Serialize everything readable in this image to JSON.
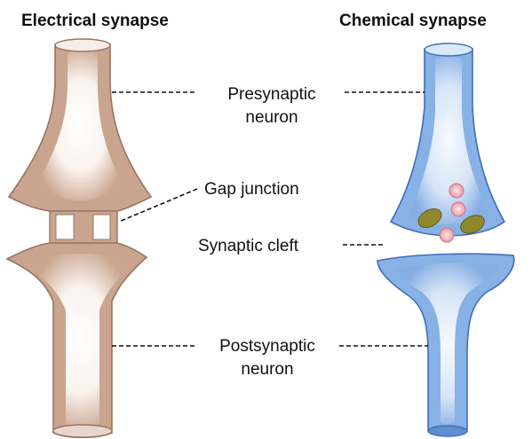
{
  "titles": {
    "electrical": "Electrical synapse",
    "chemical": "Chemical synapse"
  },
  "labels": {
    "presynaptic_line1": "Presynaptic",
    "presynaptic_line2": "neuron",
    "gap_junction": "Gap junction",
    "synaptic_cleft": "Synaptic cleft",
    "postsynaptic_line1": "Postsynaptic",
    "postsynaptic_line2": "neuron"
  },
  "colors": {
    "electrical_outer": "#c9a48e",
    "electrical_edge": "#9a7460",
    "electrical_inner": "#fdf8f6",
    "chemical_outer": "#88b1e6",
    "chemical_edge": "#3f6fb8",
    "chemical_inner": "#eef4fc",
    "vesicle": "#efb3bb",
    "mitochondrion": "#8e8a2c"
  }
}
